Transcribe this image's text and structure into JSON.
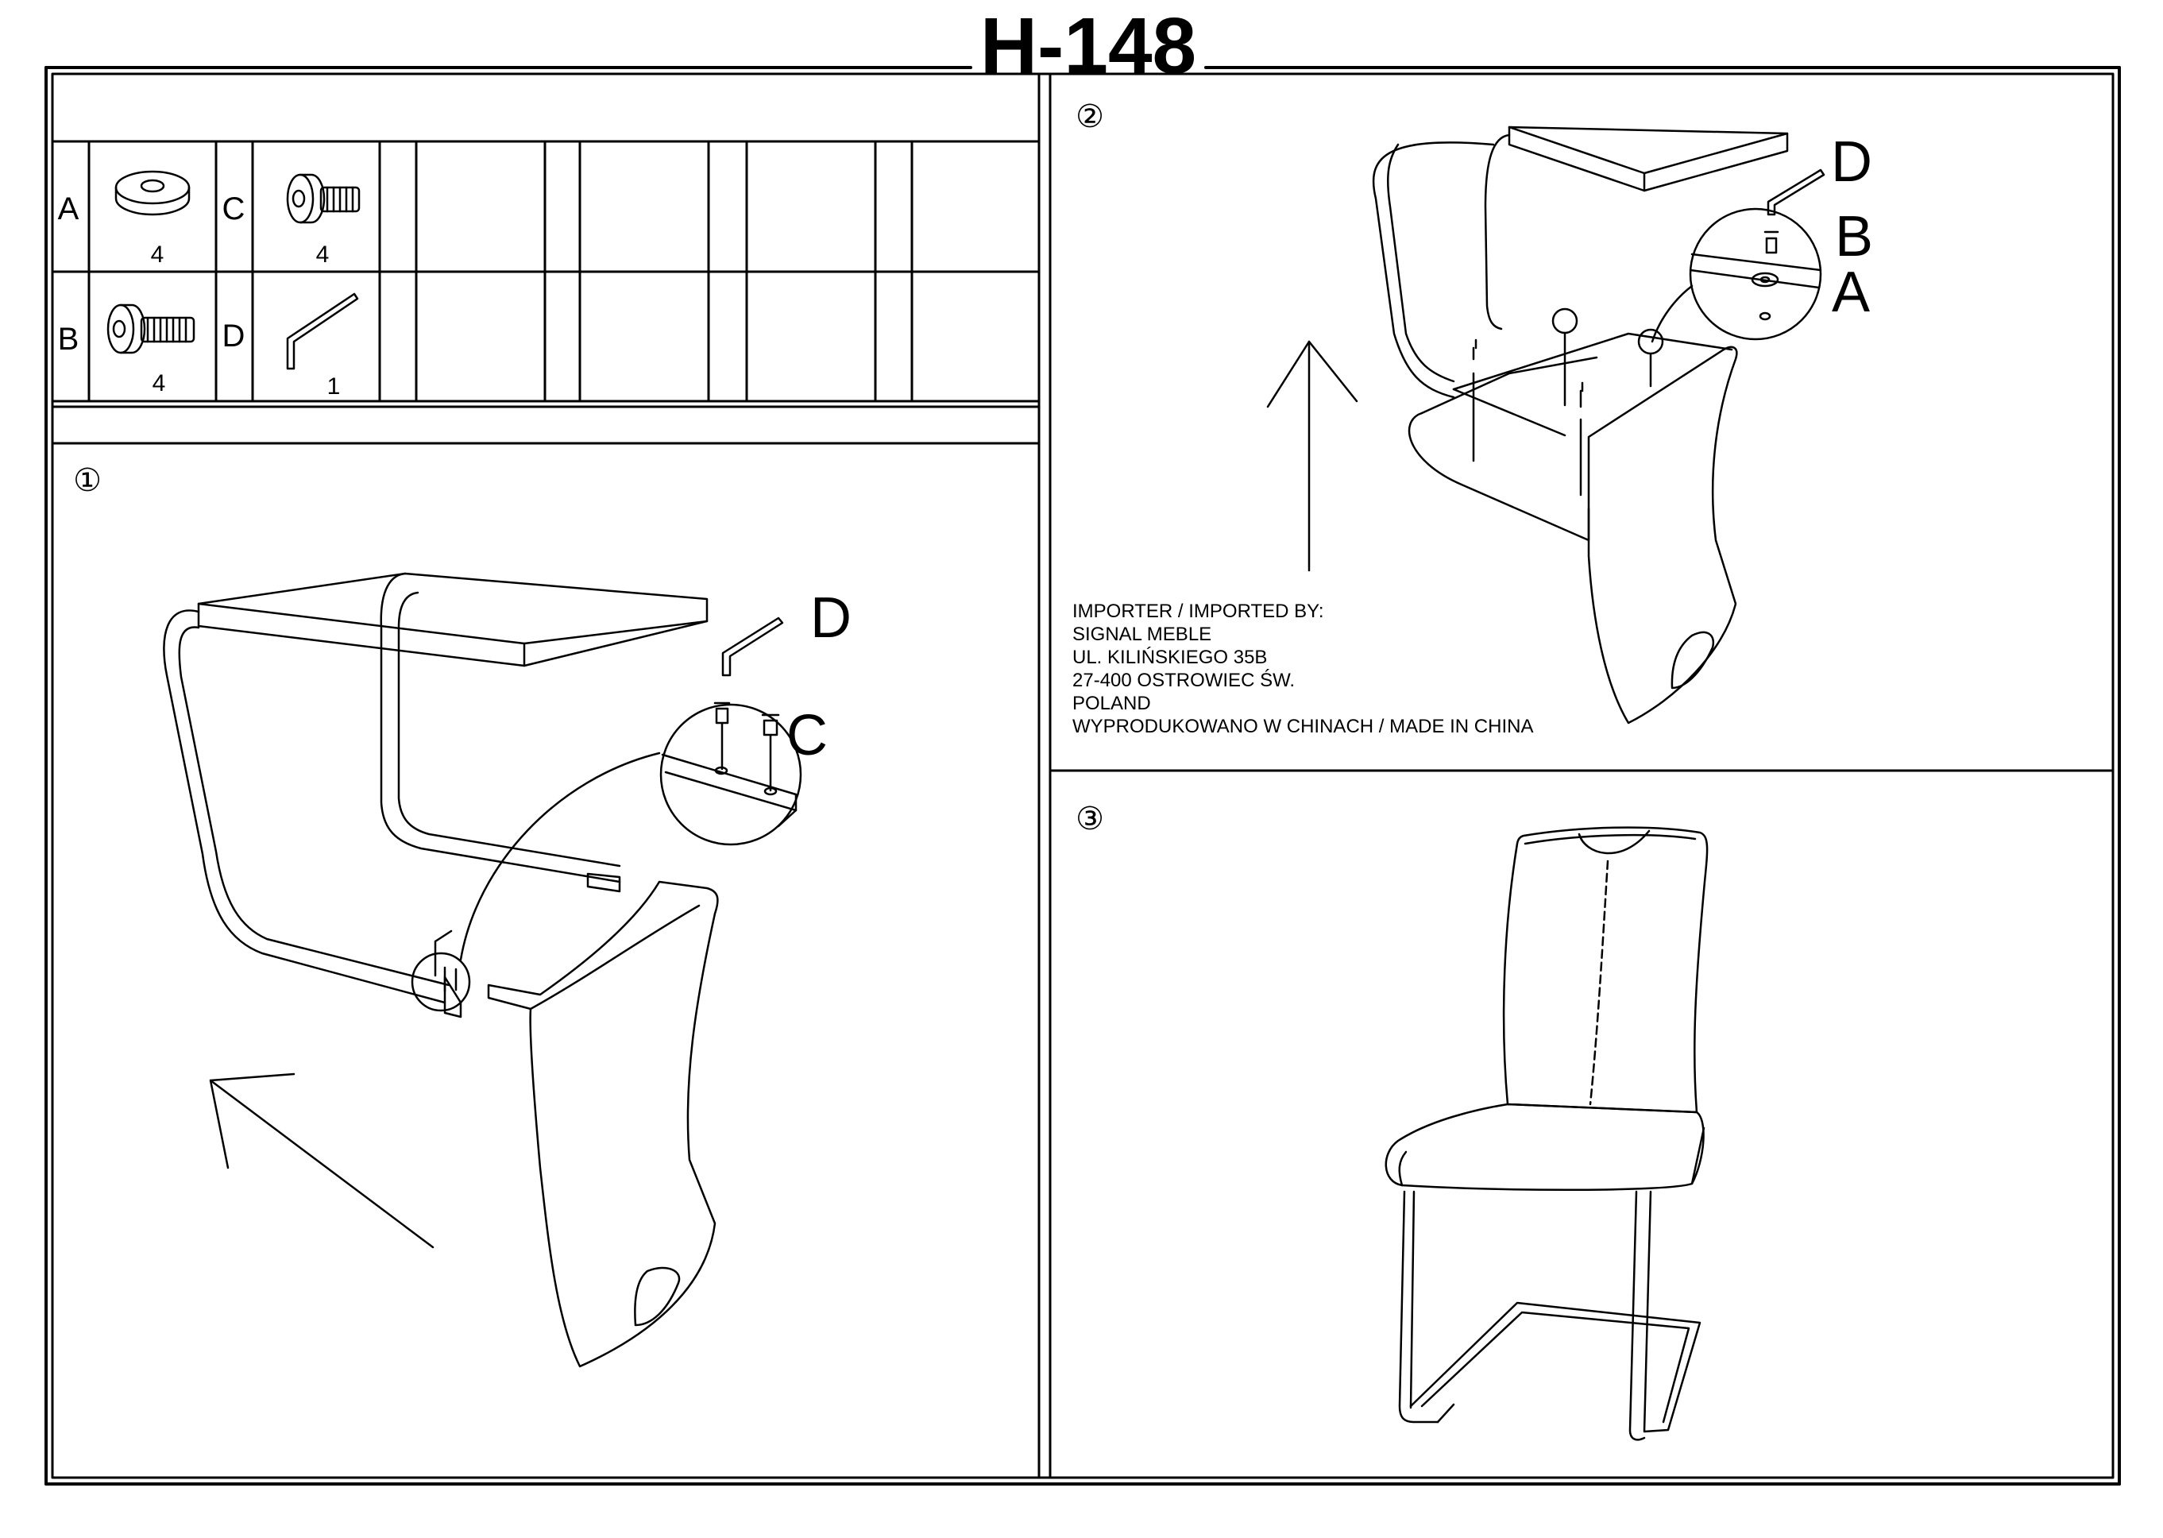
{
  "title": "H-148",
  "parts": [
    {
      "letter": "A",
      "qty": "4",
      "icon": "washer-icon"
    },
    {
      "letter": "C",
      "qty": "4",
      "icon": "short-bolt-icon"
    },
    {
      "letter": "B",
      "qty": "4",
      "icon": "long-bolt-icon"
    },
    {
      "letter": "D",
      "qty": "1",
      "icon": "allen-key-icon"
    }
  ],
  "steps": [
    {
      "number": "①",
      "callouts": [
        "D",
        "C"
      ]
    },
    {
      "number": "②",
      "callouts": [
        "D",
        "B",
        "A"
      ]
    },
    {
      "number": "③",
      "callouts": []
    }
  ],
  "importer": {
    "lines": [
      "IMPORTER / IMPORTED BY:",
      "SIGNAL MEBLE",
      "UL. KILIŃSKIEGO 35B",
      "27-400 OSTROWIEC ŚW.",
      "POLAND",
      "WYPRODUKOWANO W CHINACH / MADE IN CHINA"
    ]
  }
}
